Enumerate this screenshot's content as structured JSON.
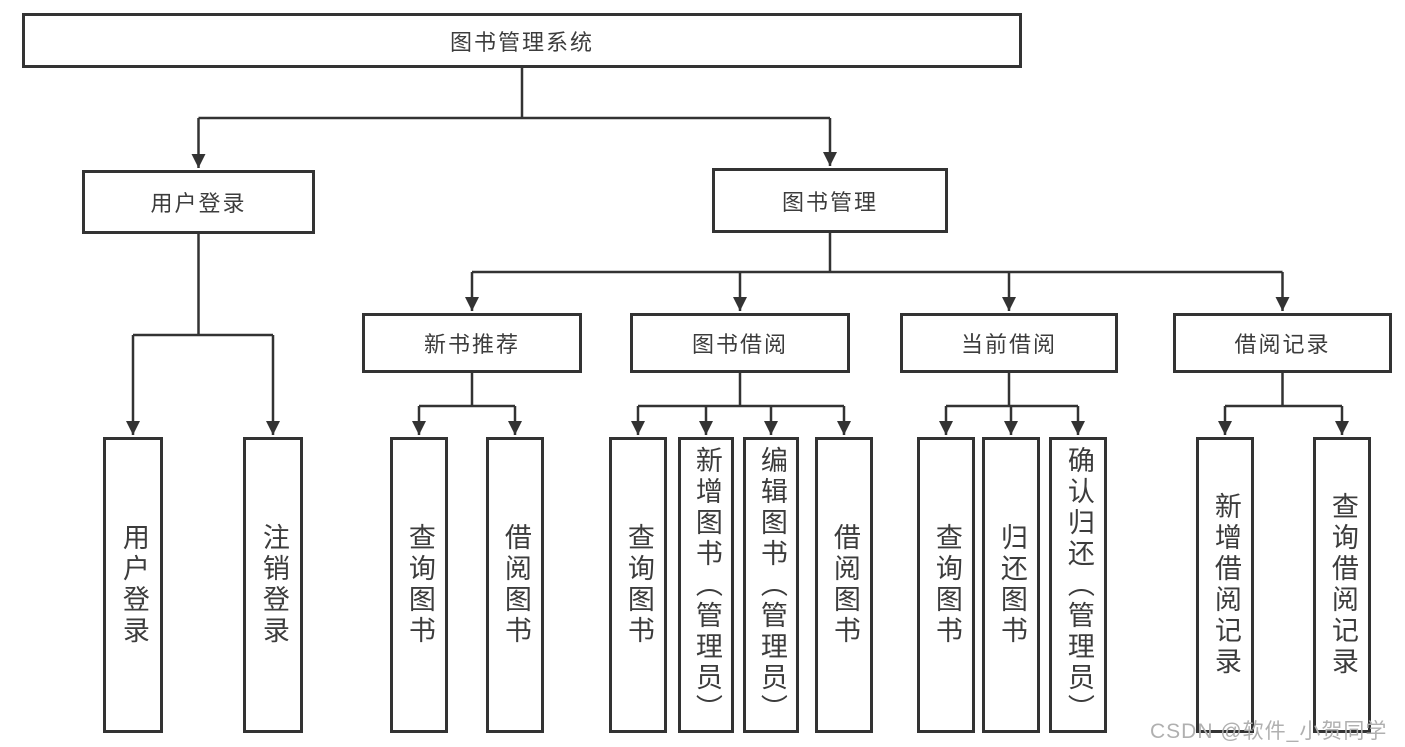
{
  "diagram": {
    "root": {
      "label": "图书管理系统"
    },
    "level2": {
      "user_login": {
        "label": "用户登录"
      },
      "book_mgmt": {
        "label": "图书管理"
      }
    },
    "level3": {
      "new_books": {
        "label": "新书推荐"
      },
      "borrowing": {
        "label": "图书借阅"
      },
      "current": {
        "label": "当前借阅"
      },
      "records": {
        "label": "借阅记录"
      }
    },
    "leaves": {
      "user_login": {
        "label": "用户登录"
      },
      "logout": {
        "label": "注销登录"
      },
      "nb_query": {
        "label": "查询图书"
      },
      "nb_borrow": {
        "label": "借阅图书"
      },
      "bb_query": {
        "label": "查询图书"
      },
      "bb_add": {
        "label": "新增图书（管理员）"
      },
      "bb_edit": {
        "label": "编辑图书（管理员）"
      },
      "bb_borrow": {
        "label": "借阅图书"
      },
      "cb_query": {
        "label": "查询图书"
      },
      "cb_return": {
        "label": "归还图书"
      },
      "cb_confirm": {
        "label": "确认归还（管理员）"
      },
      "br_add": {
        "label": "新增借阅记录"
      },
      "br_query": {
        "label": "查询借阅记录"
      }
    }
  },
  "watermark": "CSDN @软件_小贺同学",
  "colors": {
    "line": "#333333",
    "box_border": "#333333",
    "text": "#3c3c3c",
    "watermark": "#b0b0b0",
    "background": "#ffffff"
  }
}
